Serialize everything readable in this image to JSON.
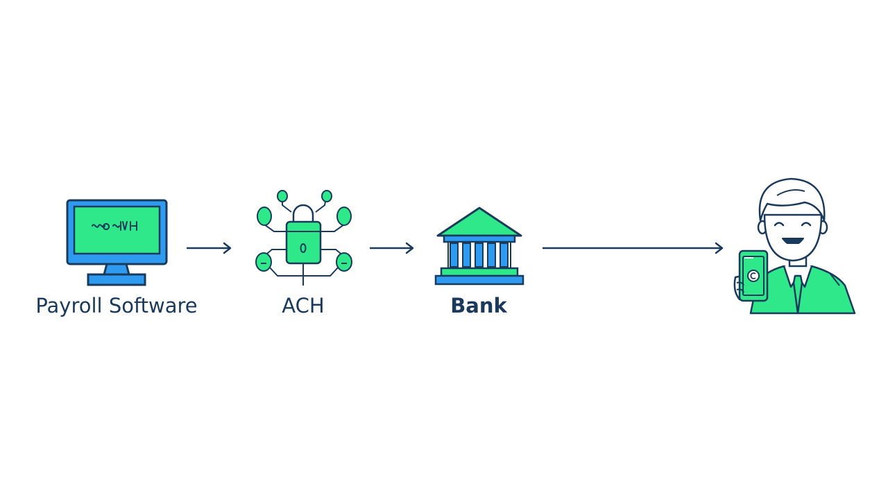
{
  "colors": {
    "navy": "#1a3a5c",
    "green": "#2ee88a",
    "blue": "#2e9bf0",
    "white": "#ffffff"
  },
  "nodes": [
    {
      "id": "payroll-software",
      "label": "Payroll Software",
      "icon": "computer-monitor-icon"
    },
    {
      "id": "ach",
      "label": "ACH",
      "icon": "network-lock-icon"
    },
    {
      "id": "bank",
      "label": "Bank",
      "icon": "bank-building-icon"
    },
    {
      "id": "employee",
      "label": "",
      "icon": "employee-with-phone-icon"
    }
  ],
  "screen_text": "ꭕꭕ₵₮ᵾ"
}
